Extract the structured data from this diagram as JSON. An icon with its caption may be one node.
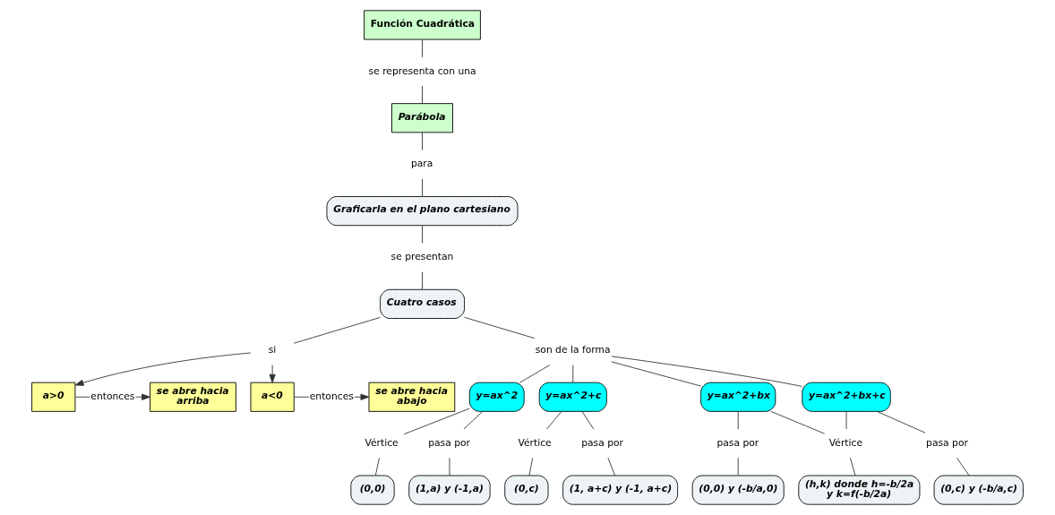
{
  "diagram": {
    "nodes": [
      {
        "text": [
          "Función Cuadrática"
        ]
      },
      {
        "text": [
          "se representa con una"
        ]
      },
      {
        "text": [
          "Parábola"
        ]
      },
      {
        "text": [
          "para"
        ]
      },
      {
        "text": [
          "Graficarla en el plano cartesiano"
        ]
      },
      {
        "text": [
          "se presentan"
        ]
      },
      {
        "text": [
          "Cuatro casos"
        ]
      },
      {
        "text": [
          "si"
        ]
      },
      {
        "text": [
          "a>0"
        ]
      },
      {
        "text": [
          "entonces"
        ]
      },
      {
        "text": [
          "se abre hacia arriba"
        ]
      },
      {
        "text": [
          "a<0"
        ]
      },
      {
        "text": [
          "entonces"
        ]
      },
      {
        "text": [
          "se abre hacia abajo"
        ]
      },
      {
        "text": [
          "son de la forma"
        ]
      },
      {
        "text": [
          "y=ax^2"
        ]
      },
      {
        "text": [
          "y=ax^2+c"
        ]
      },
      {
        "text": [
          "y=ax^2+bx"
        ]
      },
      {
        "text": [
          "y=ax^2+bx+c"
        ]
      },
      {
        "text": [
          "Vértice"
        ]
      },
      {
        "text": [
          "pasa por"
        ]
      },
      {
        "text": [
          "(0,0)"
        ]
      },
      {
        "text": [
          "(1,a) y (-1,a)"
        ]
      },
      {
        "text": [
          "Vértice"
        ]
      },
      {
        "text": [
          "pasa por"
        ]
      },
      {
        "text": [
          "(0,c)"
        ]
      },
      {
        "text": [
          "(1, a+c) y (-1, a+c)"
        ]
      },
      {
        "text": [
          "pasa por"
        ]
      },
      {
        "text": [
          "(0,0) y (-b/a,0)"
        ]
      },
      {
        "text": [
          "Vértice"
        ]
      },
      {
        "text": [
          "(h,k) donde h=-b/2a y k=f(-b/2a)"
        ]
      },
      {
        "text": [
          "pasa por"
        ]
      },
      {
        "text": [
          "(0,c) y (-b/a,c)"
        ]
      }
    ],
    "edges": [
      {
        "from": 0,
        "to": 1,
        "arrow": "none"
      },
      {
        "from": 1,
        "to": 2,
        "arrow": "none"
      },
      {
        "from": 2,
        "to": 3,
        "arrow": "none"
      },
      {
        "from": 3,
        "to": 4,
        "arrow": "none"
      },
      {
        "from": 4,
        "to": 5,
        "arrow": "none"
      },
      {
        "from": 5,
        "to": 6,
        "arrow": "none"
      },
      {
        "from": 6,
        "to": 7,
        "arrow": "none"
      },
      {
        "from": 7,
        "to": 8,
        "arrow": "to"
      },
      {
        "from": 8,
        "to": 9,
        "arrow": "none"
      },
      {
        "from": 9,
        "to": 10,
        "arrow": "to"
      },
      {
        "from": 7,
        "to": 11,
        "arrow": "to"
      },
      {
        "from": 11,
        "to": 12,
        "arrow": "none"
      },
      {
        "from": 12,
        "to": 13,
        "arrow": "to"
      },
      {
        "from": 6,
        "to": 14,
        "arrow": "none"
      },
      {
        "from": 14,
        "to": 15,
        "arrow": "none"
      },
      {
        "from": 14,
        "to": 16,
        "arrow": "none"
      },
      {
        "from": 14,
        "to": 17,
        "arrow": "none"
      },
      {
        "from": 14,
        "to": 18,
        "arrow": "none"
      },
      {
        "from": 15,
        "to": 19,
        "arrow": "none"
      },
      {
        "from": 19,
        "to": 21,
        "arrow": "none"
      },
      {
        "from": 15,
        "to": 20,
        "arrow": "none"
      },
      {
        "from": 20,
        "to": 22,
        "arrow": "none"
      },
      {
        "from": 16,
        "to": 23,
        "arrow": "none"
      },
      {
        "from": 23,
        "to": 25,
        "arrow": "none"
      },
      {
        "from": 16,
        "to": 24,
        "arrow": "none"
      },
      {
        "from": 24,
        "to": 26,
        "arrow": "none"
      },
      {
        "from": 17,
        "to": 27,
        "arrow": "none"
      },
      {
        "from": 27,
        "to": 28,
        "arrow": "none"
      },
      {
        "from": 17,
        "to": 29,
        "arrow": "none"
      },
      {
        "from": 18,
        "to": 29,
        "arrow": "none"
      },
      {
        "from": 29,
        "to": 30,
        "arrow": "none"
      },
      {
        "from": 18,
        "to": 31,
        "arrow": "none"
      },
      {
        "from": 31,
        "to": 32,
        "arrow": "none"
      }
    ]
  }
}
